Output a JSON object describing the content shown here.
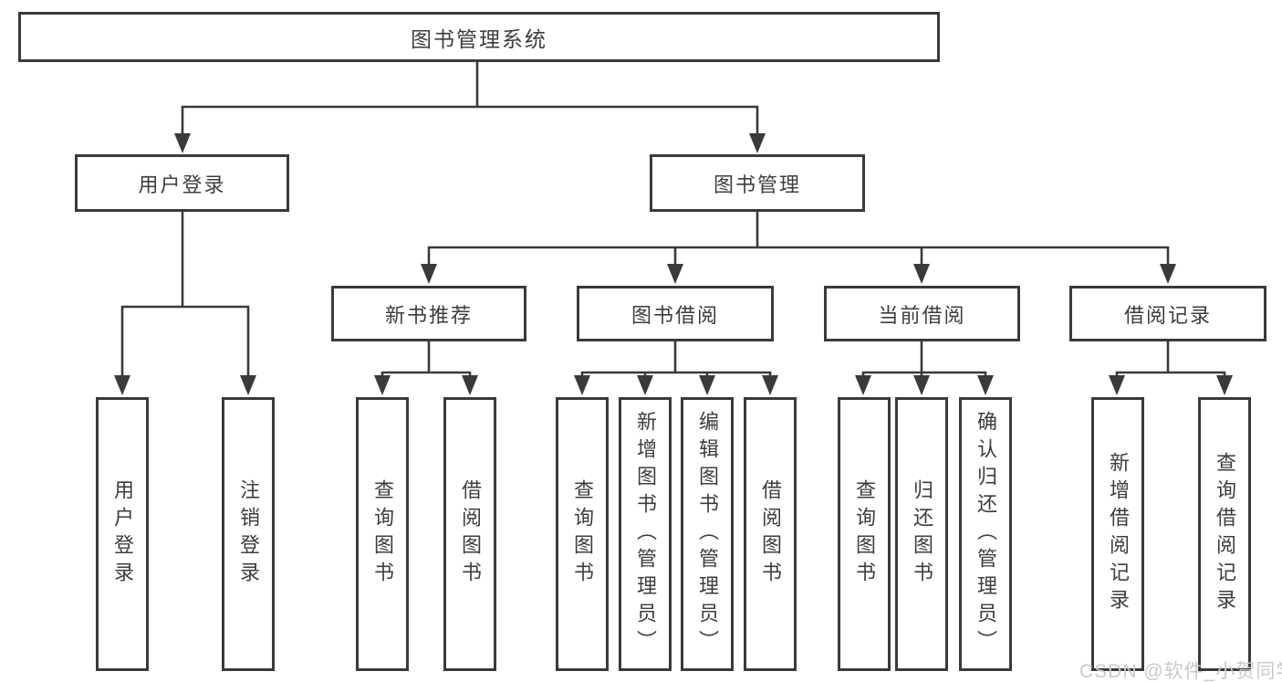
{
  "tree": {
    "root": {
      "label": "图书管理系统"
    },
    "branches": [
      {
        "label": "用户登录",
        "children": [
          {
            "label": "用户登录"
          },
          {
            "label": "注销登录"
          }
        ]
      },
      {
        "label": "图书管理",
        "children": [
          {
            "label": "新书推荐",
            "children": [
              {
                "label": "查询图书"
              },
              {
                "label": "借阅图书"
              }
            ]
          },
          {
            "label": "图书借阅",
            "children": [
              {
                "label": "查询图书"
              },
              {
                "label": "新增图书（管理员）"
              },
              {
                "label": "编辑图书（管理员）"
              },
              {
                "label": "借阅图书"
              }
            ]
          },
          {
            "label": "当前借阅",
            "children": [
              {
                "label": "查询图书"
              },
              {
                "label": "归还图书"
              },
              {
                "label": "确认归还（管理员）"
              }
            ]
          },
          {
            "label": "借阅记录",
            "children": [
              {
                "label": "新增借阅记录"
              },
              {
                "label": "查询借阅记录"
              }
            ]
          }
        ]
      }
    ]
  },
  "watermark": {
    "text": "CSDN @软件_小贺同学"
  },
  "colors": {
    "line": "#3a3a3a",
    "box_border": "#3a3a3a",
    "text": "#3d3d3d",
    "background": "#ffffff",
    "watermark": "#c9c9c9"
  }
}
